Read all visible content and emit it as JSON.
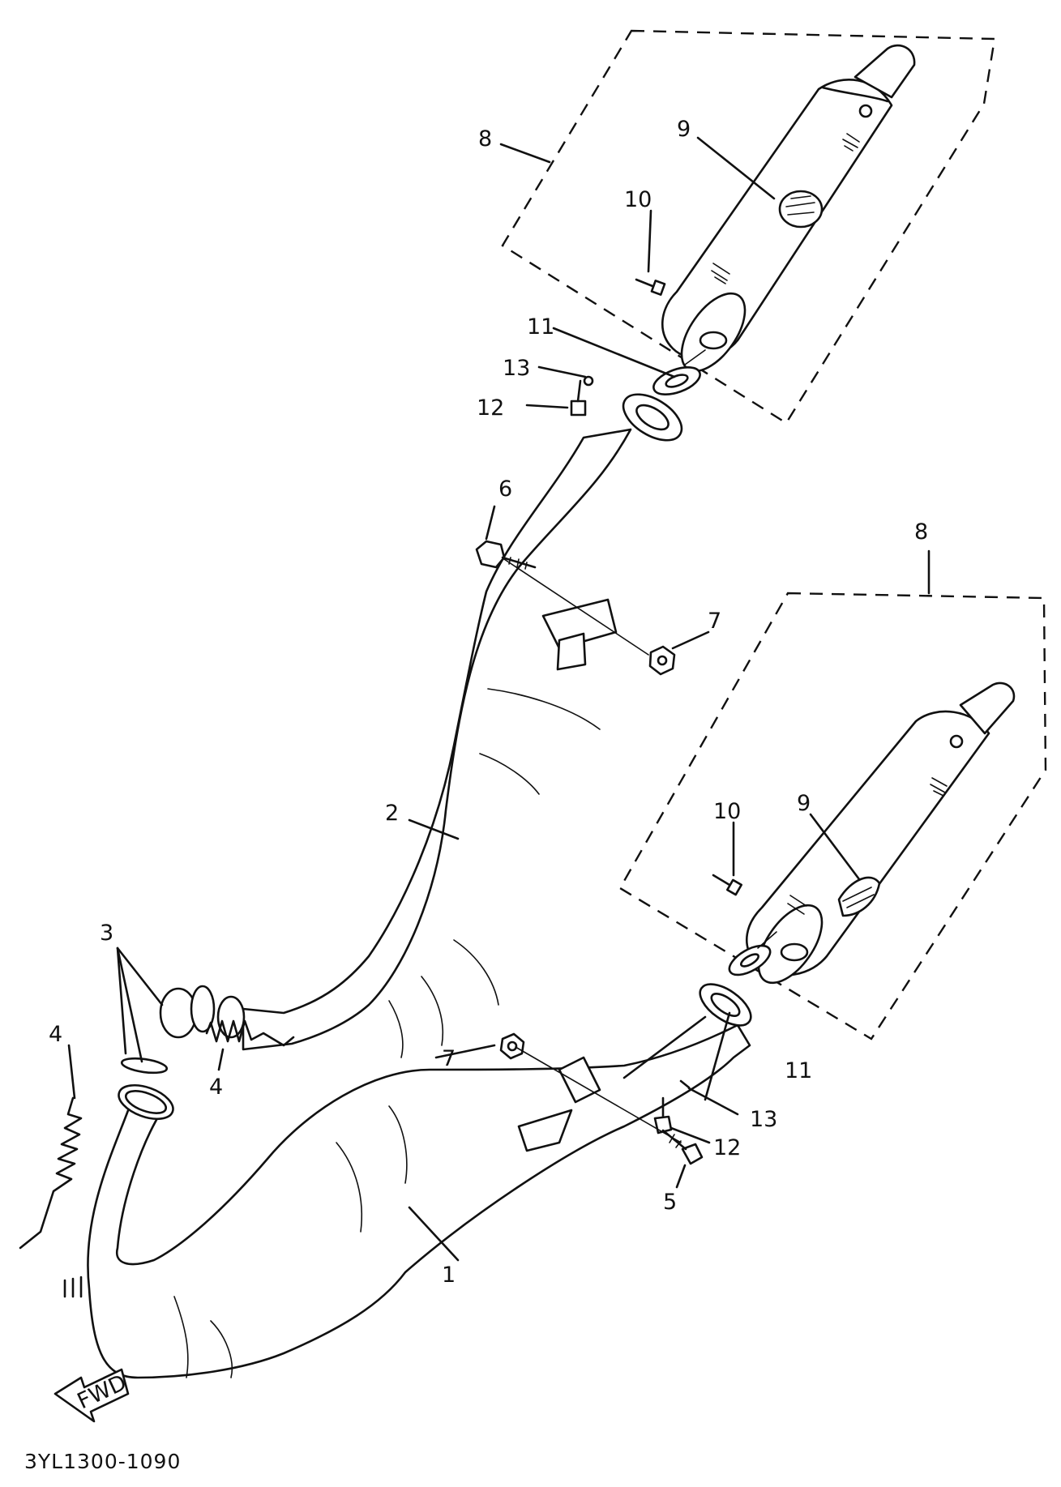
{
  "diagram": {
    "part_code": "3YL1300-1090",
    "fwd_label": "FWD",
    "callouts": [
      "1",
      "2",
      "3",
      "4",
      "4",
      "5",
      "6",
      "7",
      "7",
      "8",
      "8",
      "9",
      "9",
      "10",
      "10",
      "11",
      "11",
      "12",
      "12",
      "13",
      "13"
    ]
  }
}
